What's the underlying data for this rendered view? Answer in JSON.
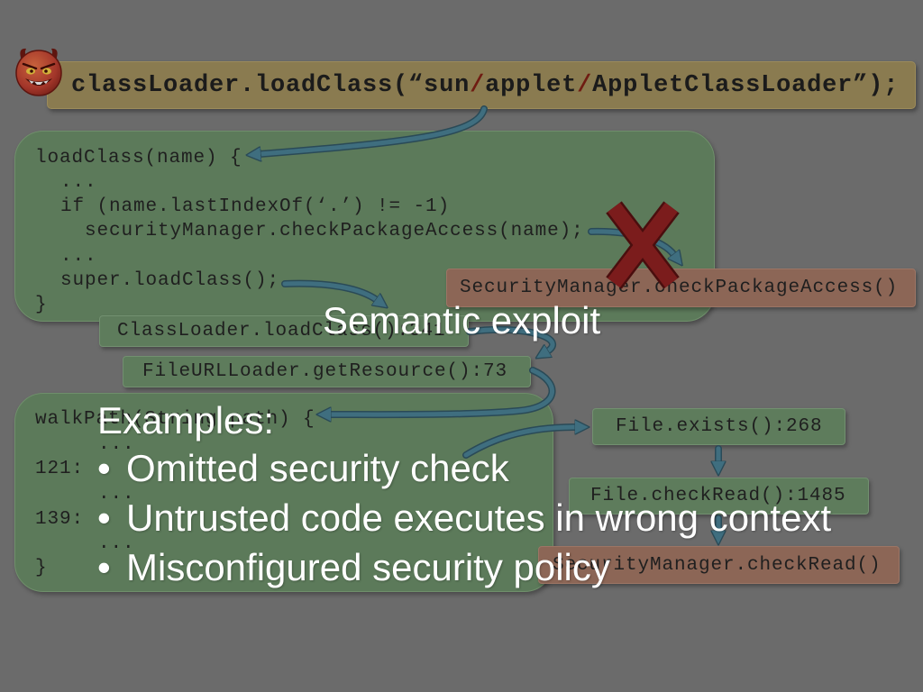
{
  "slide": {
    "title": "Semantic exploit",
    "examples_label": "Examples:",
    "bullet_glyph": "•",
    "bullets": [
      "Omitted security check",
      "Untrusted code executes in wrong context",
      "Misconfigured security policy"
    ]
  },
  "exploit_call": {
    "segments": [
      "classLoader.loadClass(“sun",
      "/",
      "applet",
      "/",
      "AppletClassLoader”);"
    ]
  },
  "load_class_code": {
    "lines": [
      "loadClass(name) {",
      "...",
      "if (name.lastIndexOf(‘.’) != -1)",
      "securityManager.checkPackageAccess(name);",
      "...",
      "super.loadClass();",
      "}"
    ]
  },
  "walk_path_code": {
    "lines": [
      "walkPath(String path) {",
      "...",
      "121:",
      "...",
      "139:",
      "...",
      "}"
    ]
  },
  "call_stack": {
    "class_loader": "ClassLoader.loadClass():341",
    "file_url_loader": "FileURLLoader.getResource():73",
    "file_exists": "File.exists():268",
    "file_check_read": "File.checkRead():1485"
  },
  "security_checks": {
    "check_package_access": "SecurityManager.checkPackageAccess()",
    "check_read": "SecurityManager.checkRead()"
  },
  "icons": {
    "attacker": "devil-icon",
    "blocked_check": "cross-icon"
  },
  "colors": {
    "background": "#6b6b6b",
    "code_box": "#5c7a5a",
    "call_box": "#5e7c5c",
    "security_box": "#8c6656",
    "exploit_bar": "#8a7b50",
    "path_separator": "#6f1c12",
    "arrow": "#3f6e7f",
    "cross": "#7b1c1c",
    "overlay_text": "#ffffff"
  }
}
